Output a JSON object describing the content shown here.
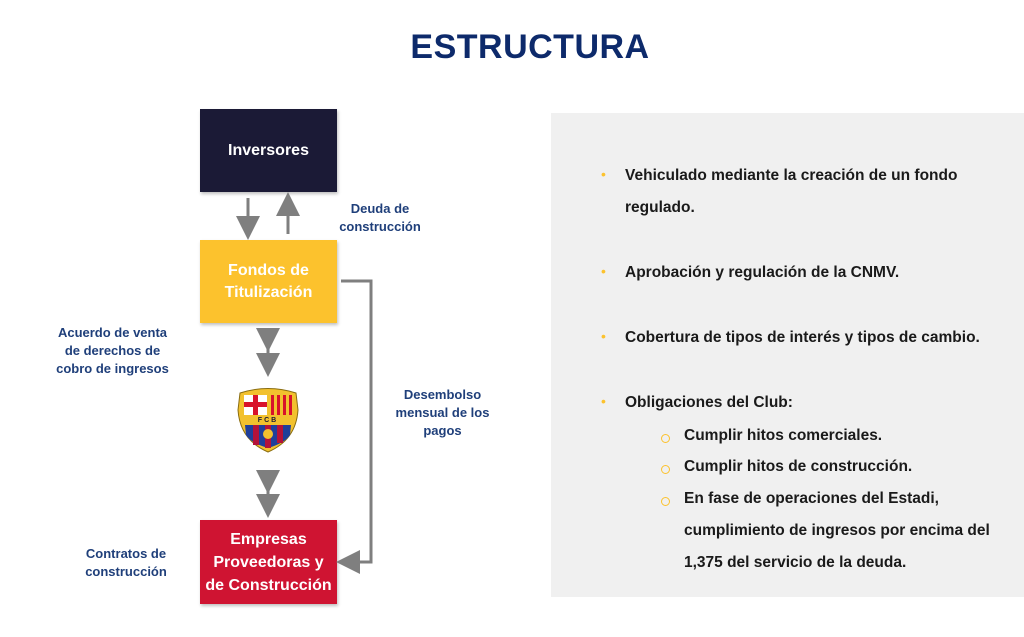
{
  "title": "ESTRUCTURA",
  "diagram": {
    "boxes": {
      "investors": "Inversores",
      "fund_l1": "Fondos de",
      "fund_l2": "Titulización",
      "companies_l1": "Empresas",
      "companies_l2": "Proveedoras y",
      "companies_l3": "de Construcción"
    },
    "labels": {
      "debt": [
        "Deuda de",
        "construcción"
      ],
      "agreement": [
        "Acuerdo de venta",
        "de derechos de",
        "cobro de ingresos"
      ],
      "disbursement": [
        "Desembolso",
        "mensual de los",
        "pagos"
      ],
      "contracts": [
        "Contratos de",
        "construcción"
      ]
    },
    "crest_text": "FCB",
    "colors": {
      "navy": "#1b1a36",
      "yellow": "#fcc22d",
      "red": "#cf1432",
      "arrow": "#7f7f7f"
    }
  },
  "bullets": [
    {
      "text": [
        "Vehiculado mediante la creación de un fondo",
        "regulado."
      ]
    },
    {
      "text": [
        "Aprobación y regulación de la CNMV."
      ]
    },
    {
      "text": [
        "Cobertura de tipos de interés y tipos de cambio."
      ]
    },
    {
      "text": [
        "Obligaciones del Club:"
      ],
      "sub": [
        [
          "Cumplir hitos comerciales."
        ],
        [
          "Cumplir hitos de construcción."
        ],
        [
          "En fase de operaciones del Estadi,",
          "cumplimiento de ingresos por encima del",
          "1,375 del servicio de la deuda."
        ]
      ]
    }
  ]
}
